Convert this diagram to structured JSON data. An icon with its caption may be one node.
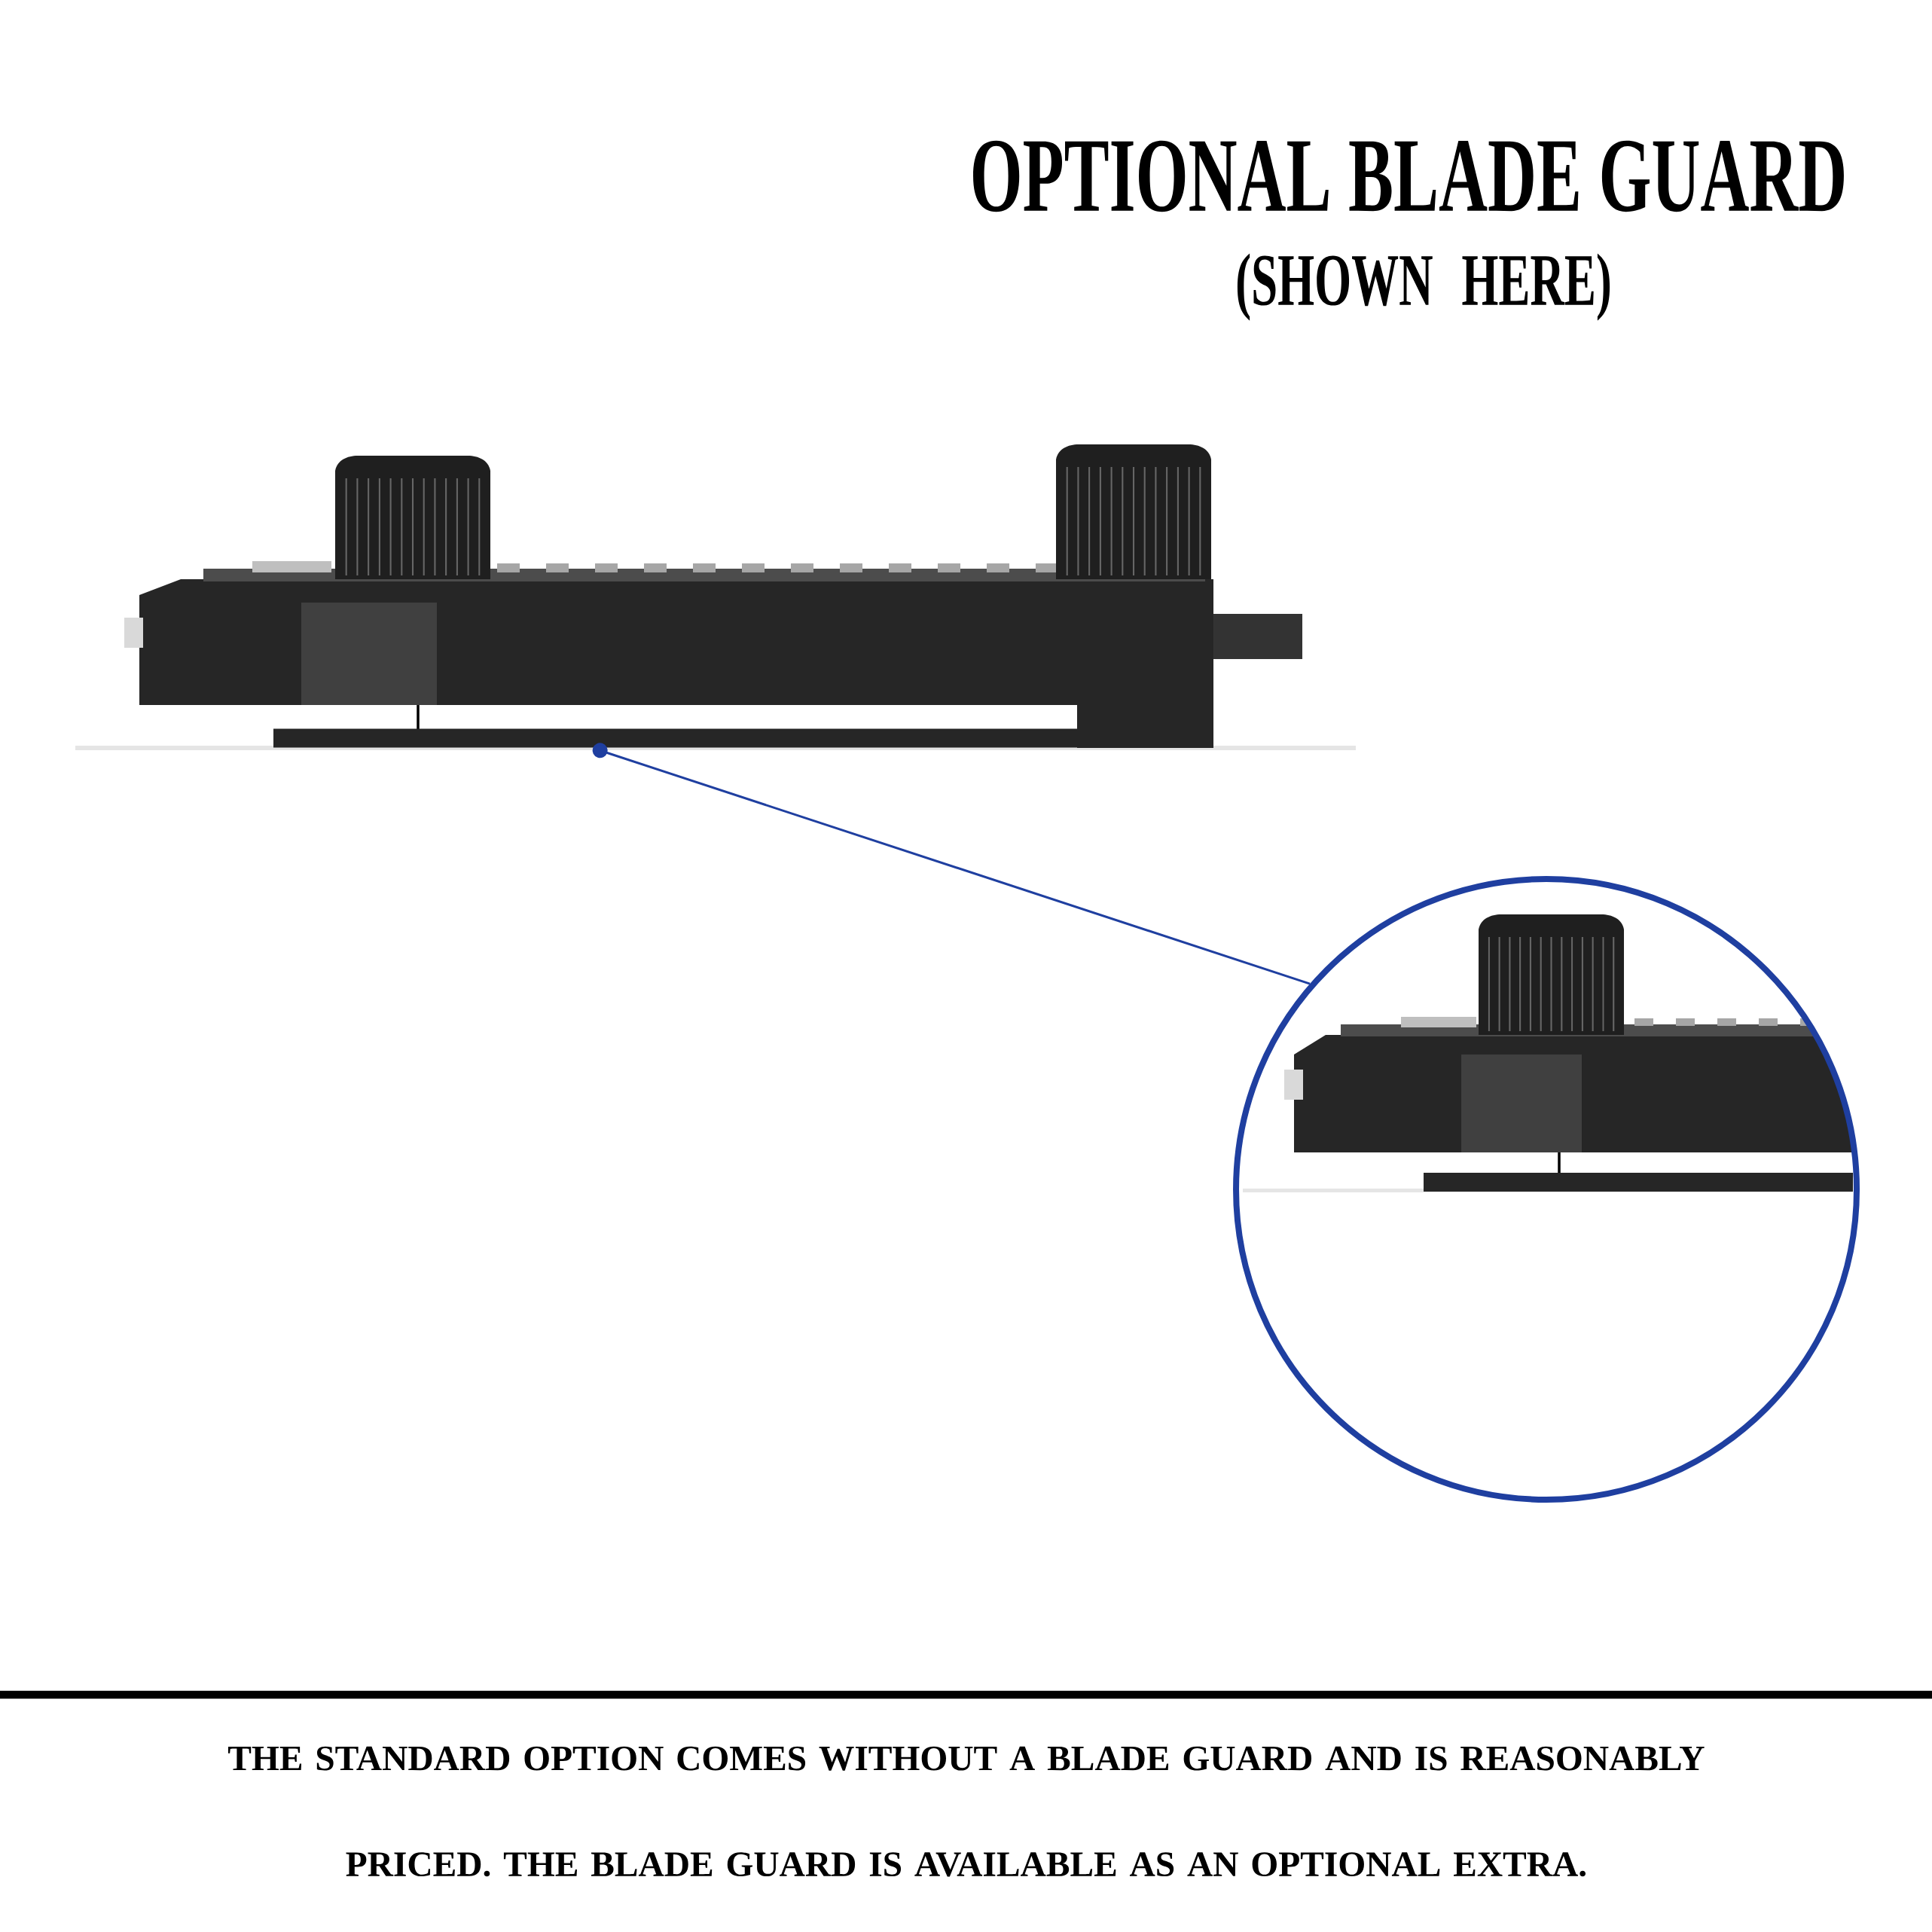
{
  "diagram": {
    "title": "OPTIONAL BLADE GUARD",
    "nodes": [
      {
        "text": [],
        "shape": "bar"
      },
      {
        "text": [],
        "shape": "circle"
      }
    ],
    "edges": [
      {
        "from": 0,
        "to": 1,
        "arrow": "other"
      }
    ],
    "labels": [
      "(SHOWN HERE)"
    ],
    "caption": "THE STANDARD OPTION COMES WITHOUT A BLADE GUARD AND IS REASONABLY PRICED. THE BLADE GUARD IS AVAILABLE AS AN OPTIONAL EXTRA."
  }
}
